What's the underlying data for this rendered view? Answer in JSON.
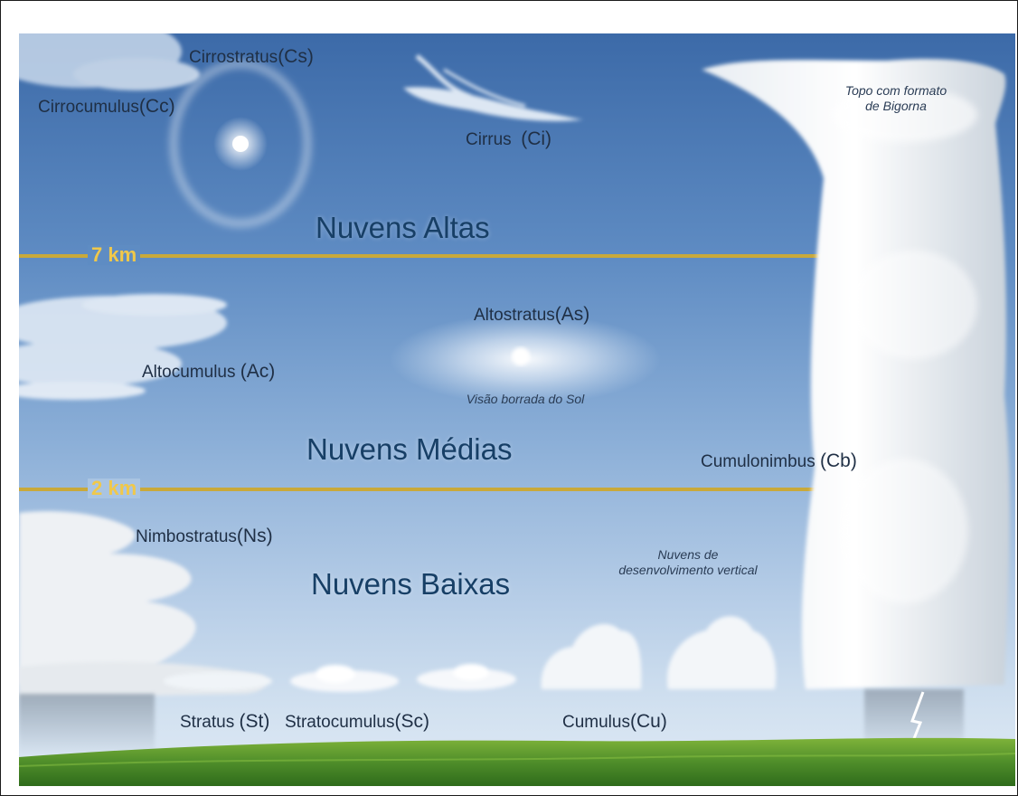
{
  "zones": {
    "high": "Nuvens Altas",
    "middle": "Nuvens Médias",
    "low": "Nuvens Baixas"
  },
  "altitudes": {
    "upper": "7 km",
    "lower": "2 km"
  },
  "clouds": {
    "cirrostratus": {
      "name": "Cirrostratus",
      "abbr": "(Cs)"
    },
    "cirrocumulus": {
      "name": "Cirrocumulus",
      "abbr": "(Cc)"
    },
    "cirrus": {
      "name": "Cirrus",
      "abbr": "(Ci)"
    },
    "altostratus": {
      "name": "Altostratus",
      "abbr": "(As)"
    },
    "altocumulus": {
      "name": "Altocumulus",
      "abbr": "(Ac)"
    },
    "cumulonimbus": {
      "name": "Cumulonimbus",
      "abbr": "(Cb)"
    },
    "nimbostratus": {
      "name": "Nimbostratus",
      "abbr": "(Ns)"
    },
    "stratus": {
      "name": "Stratus",
      "abbr": "(St)"
    },
    "stratocumulus": {
      "name": "Stratocumulus",
      "abbr": "(Sc)"
    },
    "cumulus": {
      "name": "Cumulus",
      "abbr": "(Cu)"
    }
  },
  "notes": {
    "anvil_line1": "Topo com formato",
    "anvil_line2": "de Bigorna",
    "blurred_sun": "Visão borrada do Sol",
    "vertical_line1": "Nuvens de",
    "vertical_line2": "desenvolvimento vertical"
  },
  "colors": {
    "sky_top": "#3c6aa8",
    "sky_bottom": "#dfeaf5",
    "altitude_line": "#c9a93a",
    "altitude_text": "#f0c84a",
    "zone_text": "#173f66",
    "grass": "#4f8e2a"
  }
}
